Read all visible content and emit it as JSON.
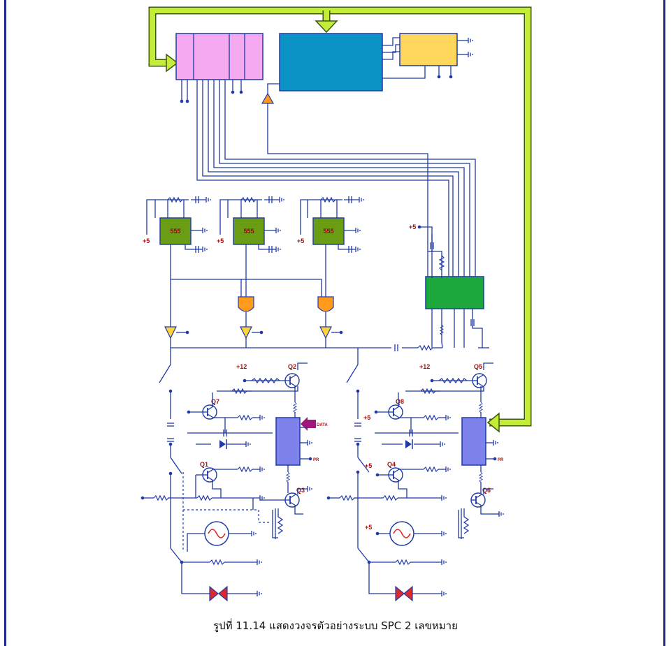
{
  "caption": "รูปที่ 11.14 แสดงวงจรตัวอย่างระบบ SPC 2 เลขหมาย",
  "labels": {
    "timer": "555",
    "plus5": "+5",
    "plus12": "+12",
    "q1": "Q1",
    "q2": "Q2",
    "q3": "Q3",
    "q4": "Q4",
    "q5": "Q5",
    "q6": "Q6",
    "q7": "Q7",
    "q8": "Q8",
    "data": "DATA",
    "pr": "PR"
  },
  "colors": {
    "frame": "#1c2a8c",
    "wire": "#1f3aa8",
    "bus": "#c6ec3a",
    "pink_block": "#f4a9f0",
    "cpu_block": "#0a93c4",
    "yellow_block": "#ffd75c",
    "timer_block": "#6a9c14",
    "green_block": "#1ca83c",
    "relay_block": "#7d83ea",
    "gate": "#ff9a1c",
    "buffer": "#ffd33c",
    "valve": "#e0282c",
    "data_arrow": "#a0167a"
  }
}
